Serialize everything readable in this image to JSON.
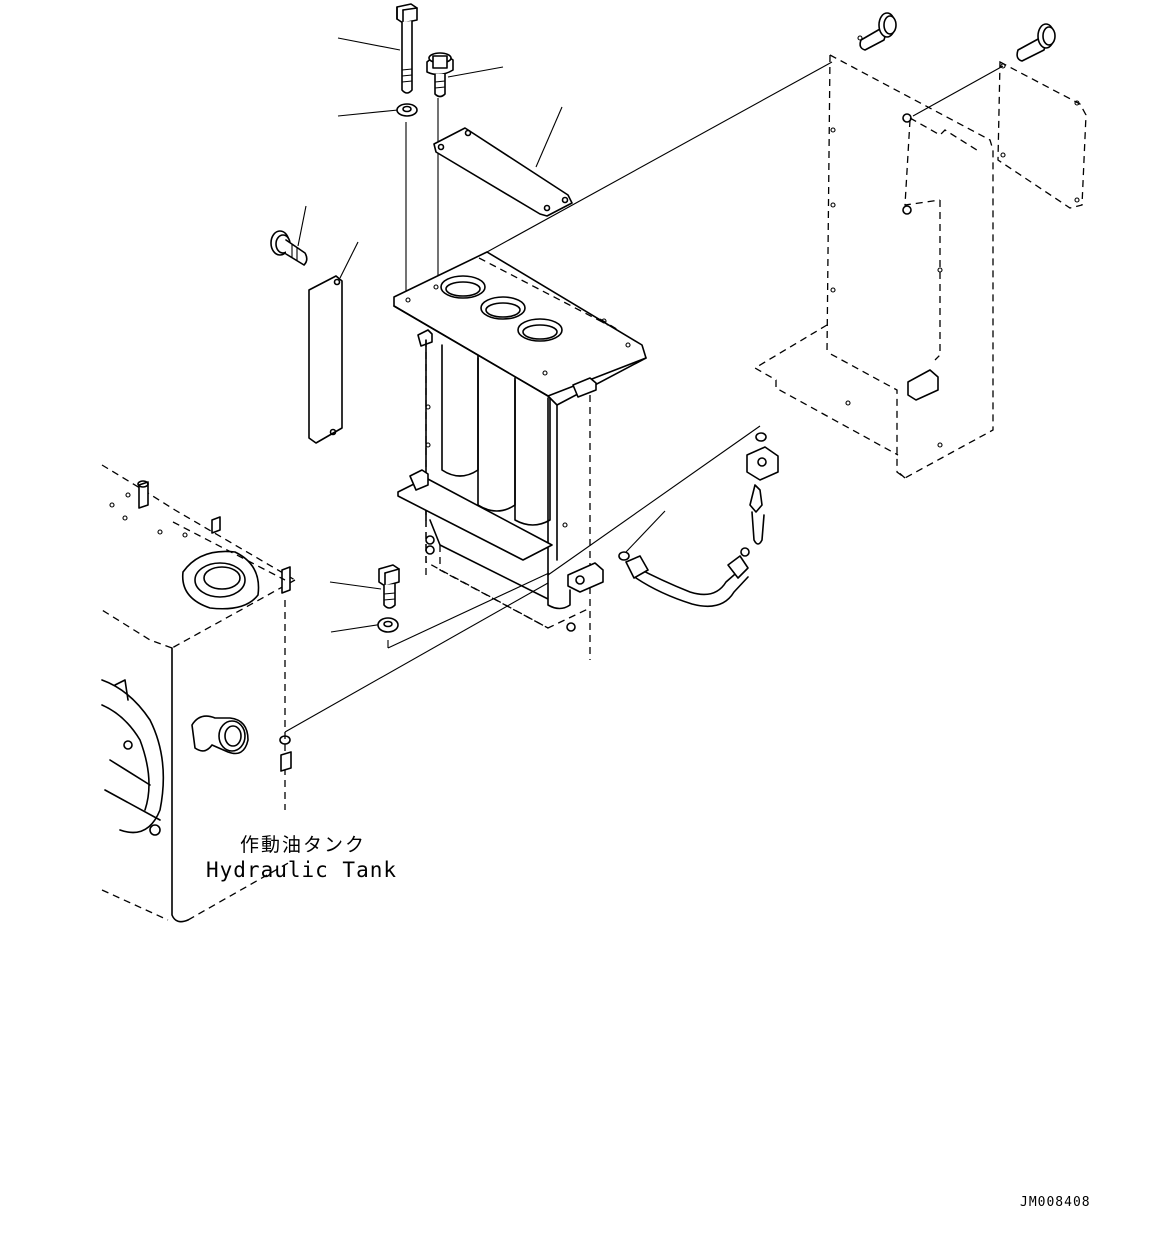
{
  "labels": {
    "tank_jp": "作動油タンク",
    "tank_en": "Hydraulic Tank",
    "drawing_id": "JM008408"
  },
  "parts": [
    {
      "id": "long-bolt",
      "icon": "bolt-icon"
    },
    {
      "id": "washer-top",
      "icon": "washer-icon"
    },
    {
      "id": "short-bolt-top",
      "icon": "bolt-icon"
    },
    {
      "id": "cover-plate-top",
      "icon": "plate-icon"
    },
    {
      "id": "flange-bolt-left",
      "icon": "bolt-icon"
    },
    {
      "id": "cover-plate-side",
      "icon": "plate-icon"
    },
    {
      "id": "bolt-lower",
      "icon": "bolt-icon"
    },
    {
      "id": "washer-lower",
      "icon": "washer-icon"
    },
    {
      "id": "o-ring",
      "icon": "o-ring-icon"
    },
    {
      "id": "hose-assembly",
      "icon": "hose-icon"
    },
    {
      "id": "filter-bracket",
      "icon": "bracket-icon"
    },
    {
      "id": "cover-panel-right",
      "icon": "panel-icon"
    },
    {
      "id": "hydraulic-tank",
      "icon": "tank-icon"
    }
  ],
  "colors": {
    "line": "#000000",
    "background": "#ffffff"
  }
}
